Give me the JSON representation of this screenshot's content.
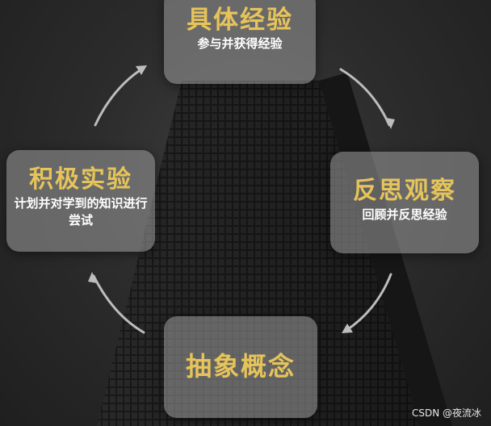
{
  "cards": {
    "concrete": {
      "title": "具体经验",
      "subtitle": "参与并获得经验"
    },
    "reflect": {
      "title": "反思观察",
      "subtitle": "回顾并反思经验"
    },
    "abstract": {
      "title": "抽象概念"
    },
    "active": {
      "title": "积极实验",
      "subtitle": "计划并对学到的知识进行尝试"
    }
  },
  "watermark": "CSDN @夜流冰",
  "colors": {
    "title": "#e6c45a",
    "subtitle": "#ffffff",
    "arrow": "#bdbdbd"
  }
}
